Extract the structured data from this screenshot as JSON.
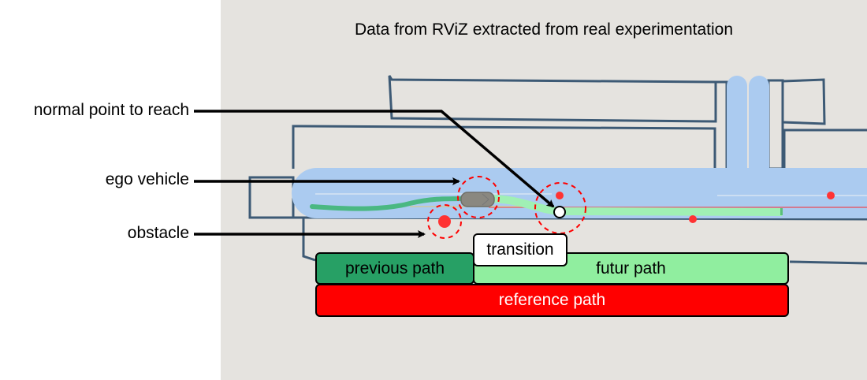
{
  "title": "Data from RViZ extracted from real experimentation",
  "annotations": {
    "normal_point": "normal point to reach",
    "ego_vehicle": "ego vehicle",
    "obstacle": "obstacle"
  },
  "legend": {
    "transition": "transition",
    "previous_path": "previous path",
    "futur_path": "futur path",
    "reference_path": "reference path"
  },
  "colors": {
    "background_panel": "#e5e3df",
    "drivable_area": "#abcbf0",
    "walls": "#3d5a75",
    "previous_path": "#27a065",
    "previous_path_line": "#4ab882",
    "futur_path": "#90ee9f",
    "reference_path": "#ff0000",
    "transition": "#ffffff",
    "obstacle": "#ff3333",
    "safety_circle": "#ff0000",
    "vehicle": "#8a8880"
  }
}
